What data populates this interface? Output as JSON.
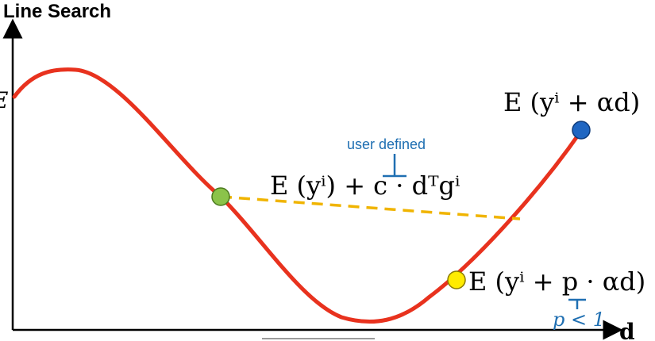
{
  "title": "Line Search",
  "axes": {
    "y_label": "E",
    "x_label": "d"
  },
  "labels": {
    "upper_point": "E (yⁱ + αd)",
    "armijo_line": "E (yⁱ) + c · dᵀgⁱ",
    "user_defined": "user defined",
    "lower_point": "E (yⁱ + p · αd)",
    "p_constraint": "p < 1"
  },
  "colors": {
    "curve": "#e8321e",
    "dashed_line": "#f0b400",
    "start_point": "#8bc34a",
    "end_point": "#1f66c2",
    "backtrack_point": "#ffeb00",
    "annotation": "#1f6fb2"
  }
}
